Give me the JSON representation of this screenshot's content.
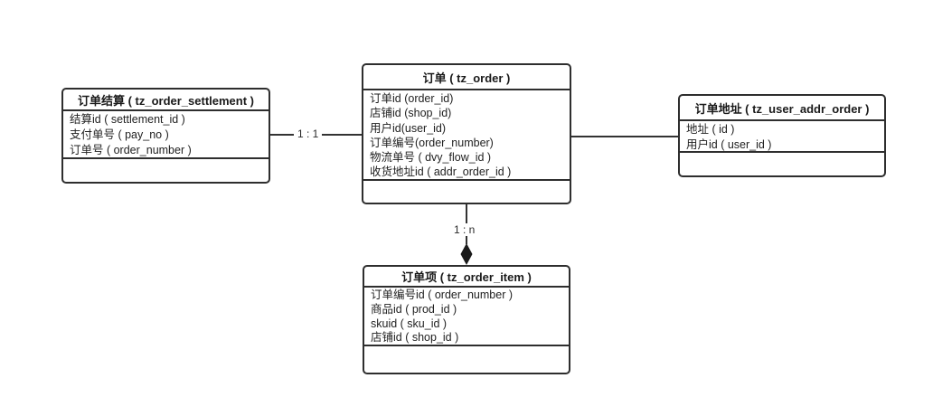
{
  "diagram": {
    "type": "entity-relationship",
    "colors": {
      "background": "#ffffff",
      "border": "#2e2e2e",
      "connector": "#333333",
      "text": "#1a1a1a"
    },
    "icons": {
      "composition_arrow": "filled-diamond-down"
    }
  },
  "tables": {
    "settlement": {
      "title": "订单结算 ( tz_order_settlement )",
      "fields": [
        "结算id ( settlement_id )",
        "支付单号 ( pay_no )",
        "订单号 ( order_number )"
      ]
    },
    "order": {
      "title": "订单 ( tz_order )",
      "fields": [
        "订单id (order_id)",
        "店铺id (shop_id)",
        "用户id(user_id)",
        "订单编号(order_number)",
        "物流单号 ( dvy_flow_id )",
        "收货地址id ( addr_order_id )"
      ]
    },
    "addr": {
      "title": "订单地址 ( tz_user_addr_order )",
      "fields": [
        "地址 ( id )",
        "用户id ( user_id )"
      ]
    },
    "item": {
      "title": "订单项 ( tz_order_item )",
      "fields": [
        "订单编号id ( order_number )",
        "商品id ( prod_id )",
        "skuid ( sku_id )",
        "店铺id ( shop_id )"
      ]
    }
  },
  "relations": {
    "settlement_order": {
      "label": "1 : 1"
    },
    "order_item": {
      "label": "1 : n"
    }
  }
}
